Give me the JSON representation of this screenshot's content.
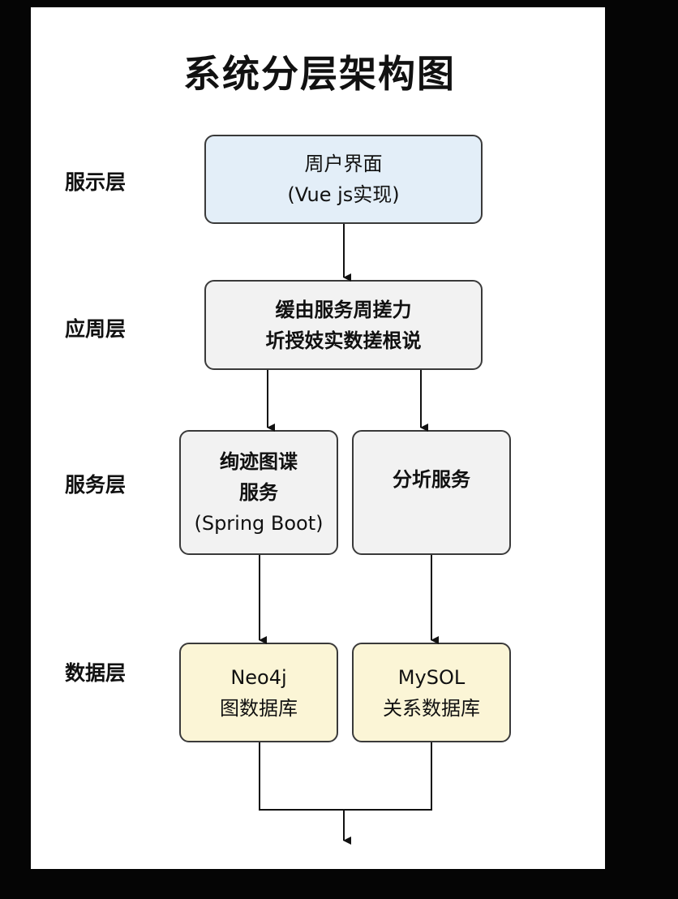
{
  "title": "系统分层架构图",
  "layers": {
    "presentation": "服示层",
    "application": "应周层",
    "service": "服务层",
    "data": "数据层"
  },
  "boxes": {
    "frontend": {
      "line1": "周户界面",
      "line2": "(Vue js实现)"
    },
    "app": {
      "line1": "缓由服务周搓力",
      "line2": "圻授妓实数搓根说"
    },
    "graph_service": {
      "line1": "绚迹图谍",
      "line2": "服务",
      "line3": "(Spring Boot)"
    },
    "analysis_service": {
      "line1": "分圻服务"
    },
    "neo4j": {
      "line1": "Neo4j",
      "line2": "图数据库"
    },
    "mysql": {
      "line1": "MySOL",
      "line2": "关系数据库"
    }
  },
  "colors": {
    "presentation_fill": "#e3eef8",
    "default_fill": "#f2f2f2",
    "data_fill": "#fbf5d6",
    "border": "#3a3a3a",
    "background": "#050505",
    "sheet": "#ffffff"
  }
}
